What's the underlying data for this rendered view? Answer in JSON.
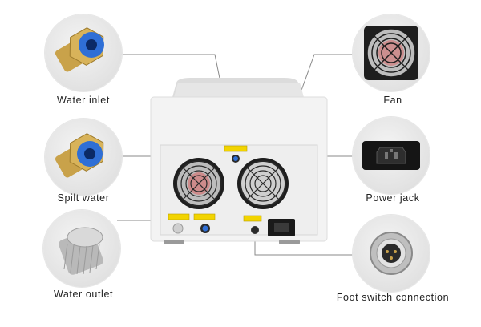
{
  "callouts": {
    "water_inlet": "Water inlet",
    "spilt_water": "Spilt water",
    "water_outlet": "Water outlet",
    "fan": "Fan",
    "power_jack": "Power jack",
    "foot_switch": "Foot switch connection"
  },
  "colors": {
    "machine_body": "#f3f3f3",
    "panel": "#eeeeee",
    "label_tag": "#f2d400",
    "connector_blue": "#2f6fd6",
    "brass": "#c9a24a",
    "leader_line": "#8a8a8a"
  },
  "icons": [
    "brass-fitting-icon",
    "fan-grille-icon",
    "power-socket-icon",
    "aviation-connector-icon",
    "knurled-cap-icon"
  ]
}
